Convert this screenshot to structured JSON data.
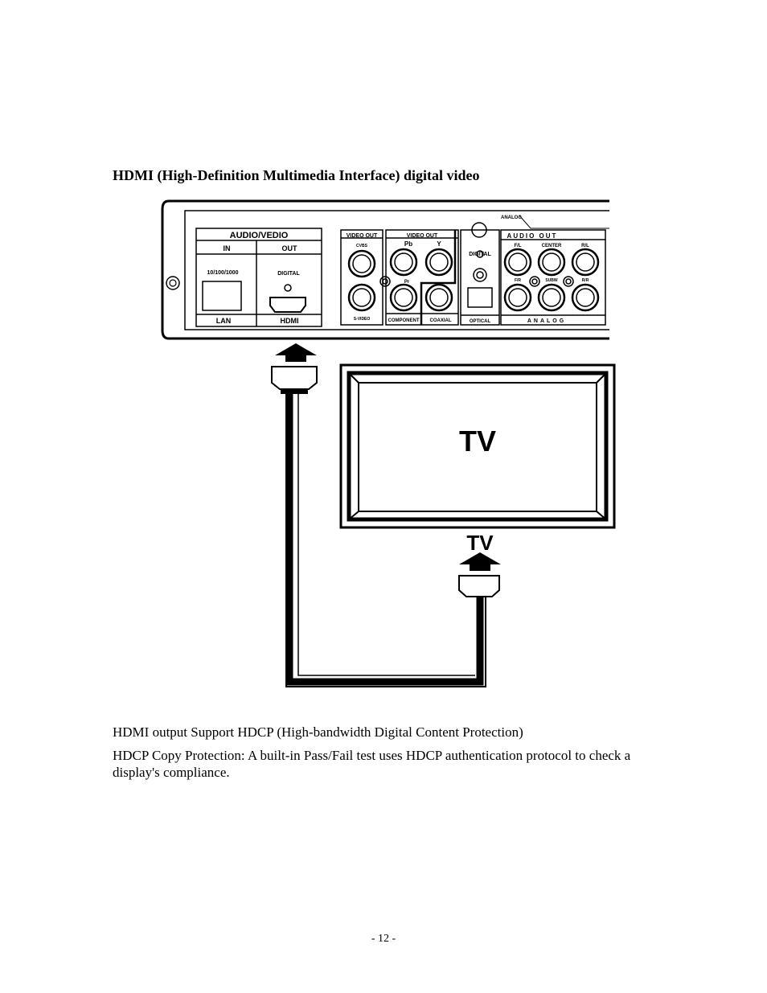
{
  "heading": "HDMI (High-Definition Multimedia Interface) digital video",
  "panel": {
    "analog_tag": "ANALOG",
    "audio_video": "AUDIO/VEDIO",
    "in_label": "IN",
    "out_label": "OUT",
    "lan_speed": "10/100/1000",
    "digital": "DIGITAL",
    "lan": "LAN",
    "hdmi": "HDMI",
    "video_out_1": "VIDEO OUT",
    "cvbs": "CVBS",
    "svideo": "S-VIDEO",
    "video_out_2": "VIDEO OUT",
    "pb": "Pb",
    "y": "Y",
    "pr": "Pr",
    "component": "COMPONENT",
    "coaxial": "COAXIAL",
    "digital_audio": "DIGITAL",
    "optical": "OPTICAL",
    "audio_out": "AUDIO OUT",
    "fl": "F/L",
    "center": "CENTER",
    "fr_top": "R/L",
    "fr": "F/R",
    "subw": "SUBW",
    "rr": "R/R",
    "analog_bottom": "ANALOG"
  },
  "tv": {
    "screen_label": "TV",
    "below_label": "TV"
  },
  "paragraphs": [
    "HDMI output Support HDCP (High-bandwidth Digital Content Protection)",
    "HDCP Copy Protection: A built-in Pass/Fail test uses HDCP authentication protocol to check a display's compliance."
  ],
  "page_number": "- 12 -"
}
